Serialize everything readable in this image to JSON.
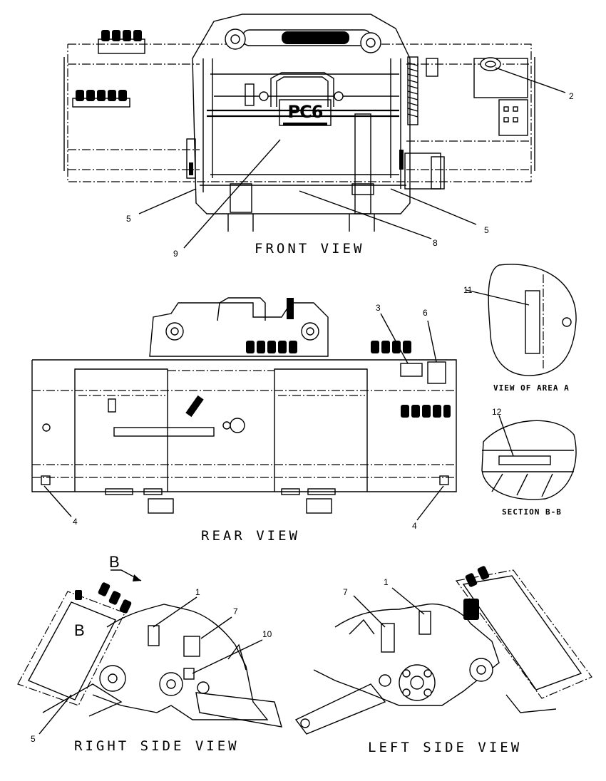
{
  "views": {
    "front": "FRONT VIEW",
    "rear": "REAR VIEW",
    "right_side": "RIGHT SIDE VIEW",
    "left_side": "LEFT SIDE VIEW",
    "area_a": "VIEW OF AREA A",
    "section_bb": "SECTION B-B"
  },
  "plate_label": "PC6",
  "section_marker": "B",
  "callouts": {
    "c1a": "1",
    "c1b": "1",
    "c2": "2",
    "c3": "3",
    "c4a": "4",
    "c4b": "4",
    "c5a": "5",
    "c5b": "5",
    "c5c": "5",
    "c6": "6",
    "c7a": "7",
    "c7b": "7",
    "c8": "8",
    "c9": "9",
    "c10": "10",
    "c11": "11",
    "c12": "12"
  }
}
